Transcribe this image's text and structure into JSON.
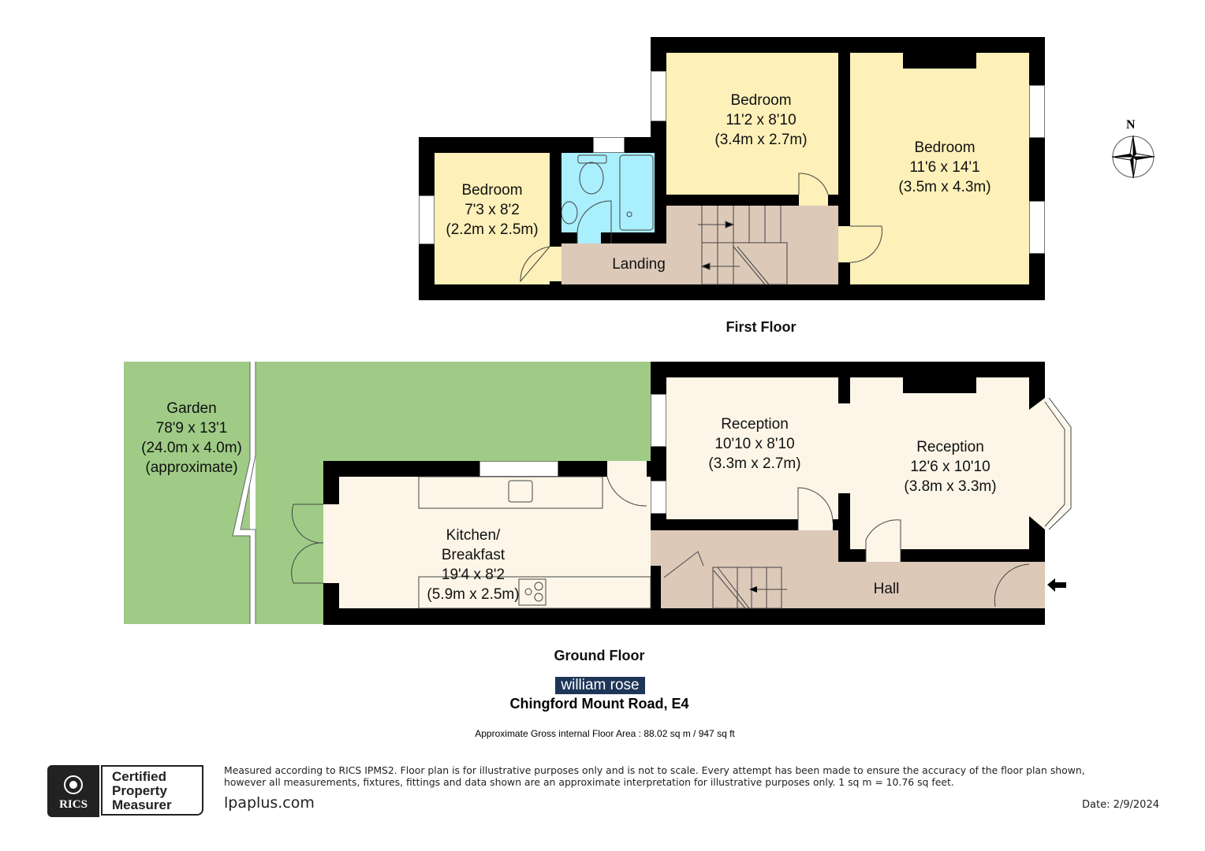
{
  "first_floor": {
    "title": "First Floor",
    "rooms": [
      {
        "name": "Bedroom",
        "imperial": "7'3 x 8'2",
        "metric": "(2.2m x 2.5m)"
      },
      {
        "name": "Bedroom",
        "imperial": "11'2 x 8'10",
        "metric": "(3.4m x 2.7m)"
      },
      {
        "name": "Bedroom",
        "imperial": "11'6 x 14'1",
        "metric": "(3.5m x 4.3m)"
      },
      {
        "name": "Landing"
      }
    ]
  },
  "ground_floor": {
    "title": "Ground Floor",
    "rooms": [
      {
        "name": "Garden",
        "imperial": "78'9 x 13'1",
        "metric": "(24.0m x 4.0m)",
        "note": "(approximate)"
      },
      {
        "name": "Kitchen/",
        "name2": "Breakfast",
        "imperial": "19'4 x 8'2",
        "metric": "(5.9m x 2.5m)"
      },
      {
        "name": "Reception",
        "imperial": "10'10 x 8'10",
        "metric": "(3.3m x 2.7m)"
      },
      {
        "name": "Reception",
        "imperial": "12'6 x 10'10",
        "metric": "(3.8m x 3.3m)"
      },
      {
        "name": "Hall"
      }
    ]
  },
  "compass": {
    "label": "N"
  },
  "branding": {
    "agent": "william rose",
    "address": "Chingford Mount Road, E4",
    "area": "Approximate Gross internal Floor Area : 88.02 sq m / 947 sq ft"
  },
  "footer": {
    "rics_logo": "RICS",
    "cert_line1": "Certified",
    "cert_line2": "Property",
    "cert_line3": "Measurer",
    "disclaimer_line1": "Measured according to RICS IPMS2. Floor plan is for illustrative purposes only and is not to scale. Every attempt has been made to ensure the accuracy of the floor plan shown,",
    "disclaimer_line2": "however all measurements, fixtures, fittings and data shown are an approximate interpretation for illustrative purposes only. 1 sq m = 10.76 sq feet.",
    "website": "lpaplus.com",
    "date": "Date: 2/9/2024"
  },
  "colors": {
    "bedroom": "#fdf0b8",
    "bathroom": "#a9effd",
    "circulation": "#dcc9b8",
    "living": "#fdf6e8",
    "garden": "#9fcb86",
    "wall": "#000000",
    "agent_badge": "#1d3557"
  }
}
